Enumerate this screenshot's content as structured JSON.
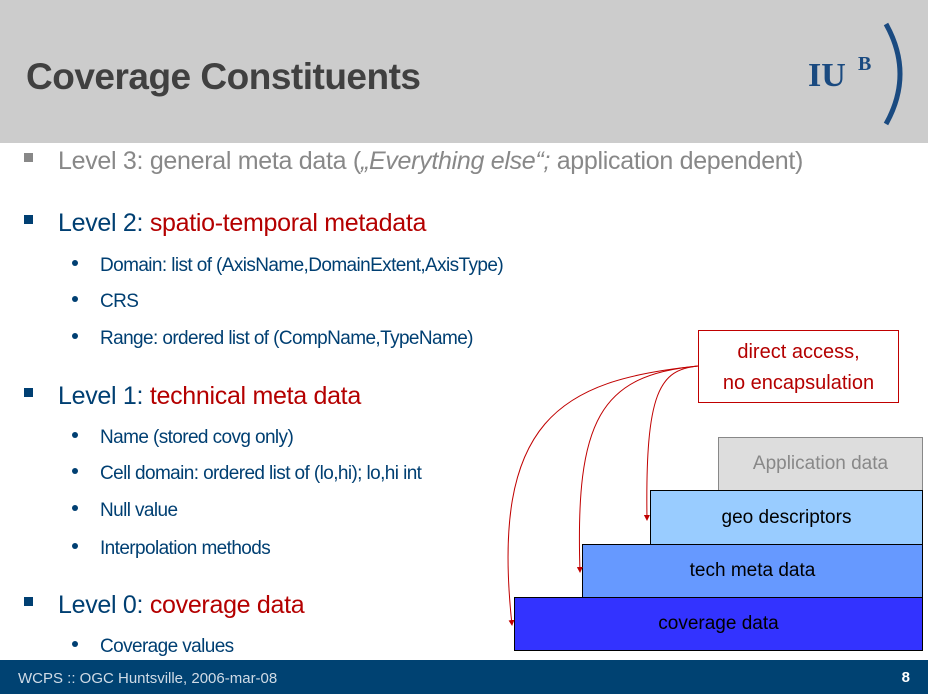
{
  "header": {
    "title": "Coverage Constituents",
    "logo_text": "IUB"
  },
  "levels": [
    {
      "label": "Level 3:",
      "text": "general meta data (",
      "italic": "„Everything else“;",
      "rest": " application dependent)"
    },
    {
      "label": "Level 2:",
      "text": "spatio-temporal metadata",
      "items": [
        "Domain: list of (AxisName,DomainExtent,AxisType)",
        "CRS",
        "Range: ordered list of (CompName,TypeName)"
      ]
    },
    {
      "label": "Level 1:",
      "text": "technical meta data",
      "items": [
        "Name (stored covg only)",
        "Cell domain: ordered list of (lo,hi); lo,hi int",
        "Null value",
        "Interpolation methods"
      ]
    },
    {
      "label": "Level 0:",
      "text": "coverage data",
      "items": [
        "Coverage values"
      ]
    }
  ],
  "diagram": {
    "callout_line1": "direct access,",
    "callout_line2": "no encapsulation",
    "layers": [
      "Application data",
      "geo descriptors",
      "tech meta data",
      "coverage data"
    ],
    "colors": {
      "application": "#dddddd",
      "geo": "#99ccff",
      "tech": "#6699ff",
      "coverage": "#3333ff",
      "arrow": "#c00000"
    }
  },
  "footer": {
    "text": "WCPS :: OGC Huntsville, 2006-mar-08",
    "page": "8"
  }
}
